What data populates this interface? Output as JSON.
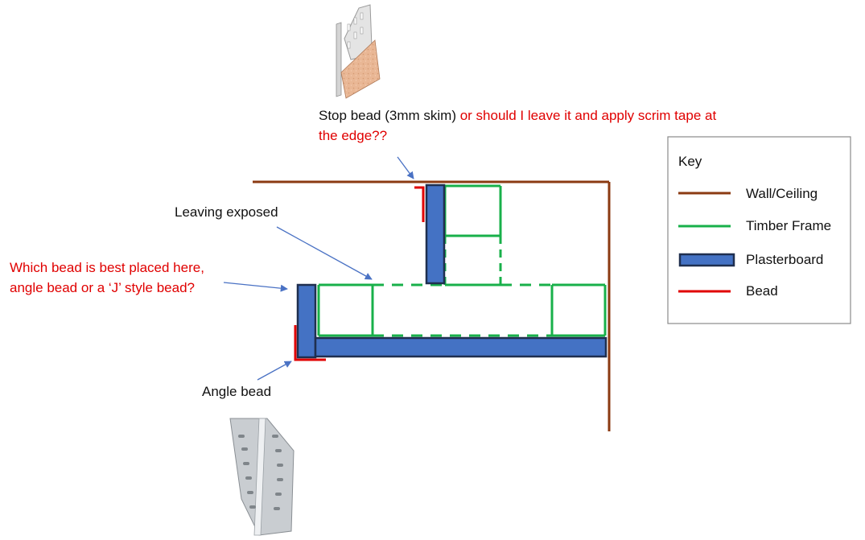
{
  "colors": {
    "wall": "#8b3a12",
    "timber": "#18b04a",
    "plasterboard_fill": "#4472c4",
    "plasterboard_edge": "#1f2f4f",
    "bead": "#e00000",
    "arrow": "#4a72c4",
    "text_red": "#e00000",
    "text_black": "#111111"
  },
  "annotations": {
    "stop_bead": {
      "part1": "Stop bead (3mm skim)",
      "part2": " or should I leave it and apply scrim tape at",
      "line2": "the edge??"
    },
    "leaving_exposed": "Leaving exposed",
    "which_bead": {
      "line1": "Which bead is best placed here,",
      "line2": "angle bead or a ‘J’ style bead?"
    },
    "angle_bead": "Angle bead"
  },
  "key": {
    "title": "Key",
    "items": [
      {
        "label": "Wall/Ceiling",
        "style": "wall"
      },
      {
        "label": "Timber Frame",
        "style": "timber"
      },
      {
        "label": "Plasterboard",
        "style": "plasterboard"
      },
      {
        "label": "Bead",
        "style": "bead"
      }
    ]
  },
  "images": {
    "stop_bead_photo": "stop-bead-photo",
    "angle_bead_photo": "angle-bead-photo"
  }
}
